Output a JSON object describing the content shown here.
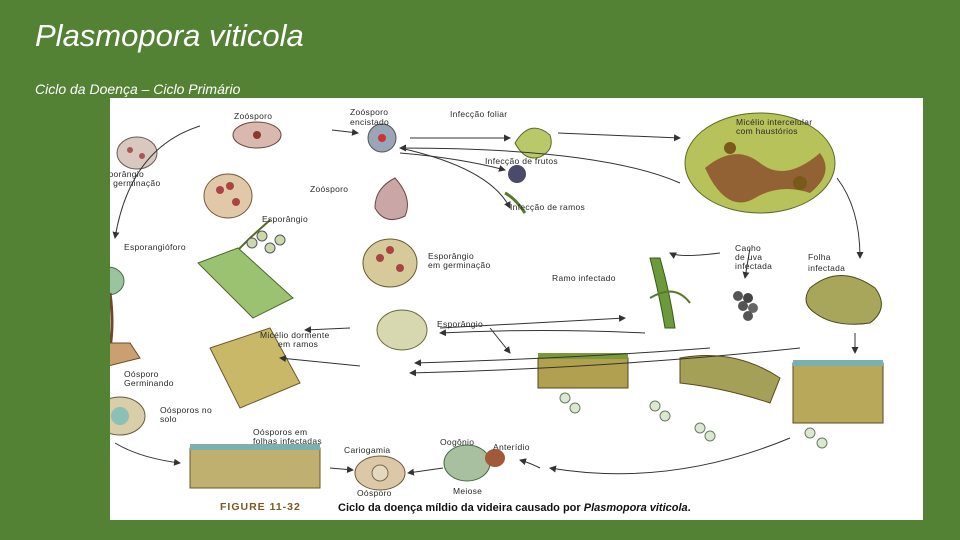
{
  "slide": {
    "title": "Plasmopora viticola",
    "subtitle": "Ciclo da Doença – Ciclo Primário"
  },
  "figure": {
    "caption_label": "FIGURE 11-32",
    "caption_text": "Ciclo da doença míldio da videira causado por ",
    "caption_species": "Plasmopora viticola",
    "caption_end": ".",
    "labels": {
      "zoosporo": "Zoósporo",
      "zoosporo_encistado_1": "Zoósporo",
      "zoosporo_encistado_2": "encistado",
      "infeccao_foliar": "Infecção foliar",
      "micelio_1": "Micélio intercelular",
      "micelio_2": "com haustórios",
      "esporangio_germinacao_l1": "Esporângio",
      "esporangio_germinacao_l2": "em germinação",
      "infeccao_frutos": "Infecção de frutos",
      "zoosporo_2": "Zoósporo",
      "infeccao_ramos": "Infecção de ramos",
      "esporangio_1": "Esporângio",
      "esporangioforo": "Esporangióforo",
      "esporangio_germ_r1": "Esporângio",
      "esporangio_germ_r2": "em germinação",
      "cacho_1": "Cacho",
      "cacho_2": "de uva",
      "cacho_3": "infectada",
      "folha_1": "Folha",
      "folha_2": "infectada",
      "ramo_infectado": "Ramo infectado",
      "esporangio_2": "Esporângio",
      "micelio_dormente_1": "Micélio dormente",
      "micelio_dormente_2": "em ramos",
      "oospero_germinando_1": "Oósporo",
      "oospero_germinando_2": "Germinando",
      "oosporos_solo_1": "Oósporos no",
      "oosporos_solo_2": "solo",
      "oosporos_folhas_1": "Oósporos em",
      "oosporos_folhas_2": "folhas infectadas",
      "cariogamia": "Cariogamia",
      "oogonio": "Oogônio",
      "anteridio": "Anterídio",
      "oosporo": "Oósporo",
      "meiose": "Meiose"
    }
  }
}
